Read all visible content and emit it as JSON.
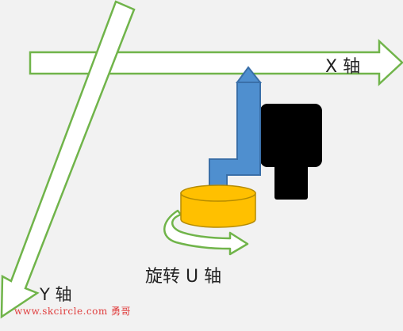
{
  "labels": {
    "x_axis": "X 轴",
    "y_axis": "Y 轴",
    "u_axis": "旋转 U 轴"
  },
  "watermark": "www.skcircle.com 勇哥",
  "colors": {
    "arrow_stroke": "#70b44a",
    "arrow_fill": "#ffffff",
    "arm_fill": "#4f8fcf",
    "arm_stroke": "#3a6fa8",
    "disk_fill": "#ffc000",
    "disk_stroke": "#b58b00",
    "camera_fill": "#000000",
    "watermark": "#e04040"
  }
}
